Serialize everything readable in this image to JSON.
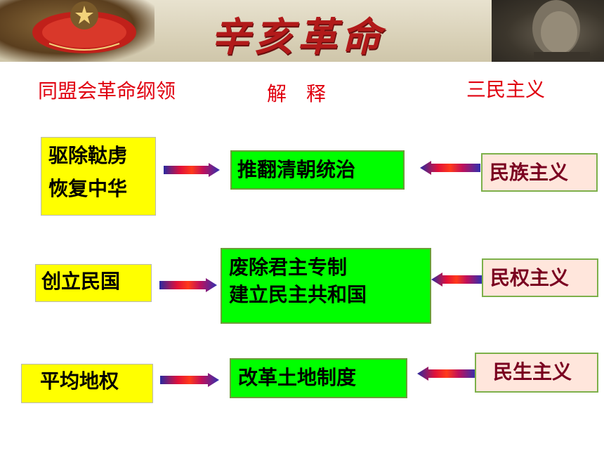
{
  "banner": {
    "title": "辛亥革命"
  },
  "headers": {
    "program": "同盟会革命纲领",
    "explain": "解　释",
    "principles": "三民主义"
  },
  "rows": [
    {
      "program": [
        "驱除鞑虏",
        "恢复中华"
      ],
      "explain": [
        "推翻清朝统治"
      ],
      "principle": "民族主义"
    },
    {
      "program": [
        "创立民国"
      ],
      "explain": [
        "废除君主专制",
        "建立民主共和国"
      ],
      "principle": "民权主义"
    },
    {
      "program": [
        "平均地权"
      ],
      "explain": [
        "改革土地制度"
      ],
      "principle": "民生主义"
    }
  ],
  "colors": {
    "header": "#e0000f",
    "program_bg": "#ffff00",
    "explain_bg": "#00ff00",
    "principle_bg": "#ffe6dc",
    "principle_text": "#7a0020"
  }
}
